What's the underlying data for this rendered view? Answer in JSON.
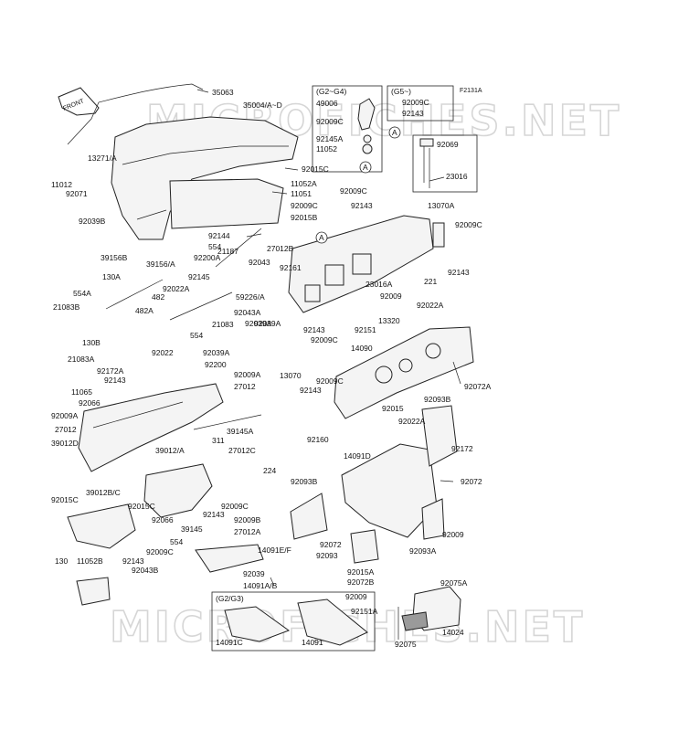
{
  "figure_code": "F2131A",
  "watermark": "MICROFICHES.NET",
  "front_arrow_text": "FRONT",
  "box_g2g4_title": "(G2~G4)",
  "box_g5_title": "(G5~)",
  "box_g2g3_title": "(G2/G3)",
  "ref_letter": "A",
  "labels": [
    "35063",
    "35004/A~D",
    "13271/A",
    "11012",
    "92071",
    "92039B",
    "92015C",
    "11052A",
    "11051",
    "92009C",
    "92015B",
    "92144",
    "554",
    "27012B",
    "92200A",
    "21187",
    "92043",
    "92161",
    "39156B",
    "39156/A",
    "92145",
    "130A",
    "554A",
    "21083B",
    "482",
    "92022A",
    "59226/A",
    "482A",
    "92043A",
    "21083",
    "554",
    "130B",
    "21083A",
    "92039A",
    "92022",
    "92039A",
    "92172A",
    "92143",
    "92200",
    "92009A",
    "11065",
    "27012",
    "92066",
    "92009A",
    "27012",
    "39012D",
    "39145A",
    "39012/A",
    "311",
    "27012C",
    "224",
    "92015C",
    "39012B/C",
    "92015C",
    "92009C",
    "92066",
    "92009B",
    "92143",
    "39145",
    "27012A",
    "554",
    "14091E/F",
    "92009C",
    "92143",
    "92043B",
    "130",
    "11052B",
    "92039",
    "14091A/B",
    "14091C",
    "14091",
    "49006",
    "92009C",
    "92145A",
    "11052",
    "92009C",
    "92143",
    "92069",
    "23016",
    "92009C",
    "92143",
    "13070A",
    "92009C",
    "92143",
    "221",
    "23016A",
    "92009",
    "92022A",
    "13320",
    "92143",
    "92151",
    "92009C",
    "92039A",
    "14090",
    "13070",
    "92009C",
    "92143",
    "92072A",
    "92015",
    "92093B",
    "92022A",
    "92160",
    "92172",
    "14091D",
    "92072",
    "92093B",
    "92009",
    "92093A",
    "92072",
    "92093",
    "92015A",
    "92072B",
    "92075A",
    "92009",
    "92151A",
    "14024",
    "92075"
  ]
}
